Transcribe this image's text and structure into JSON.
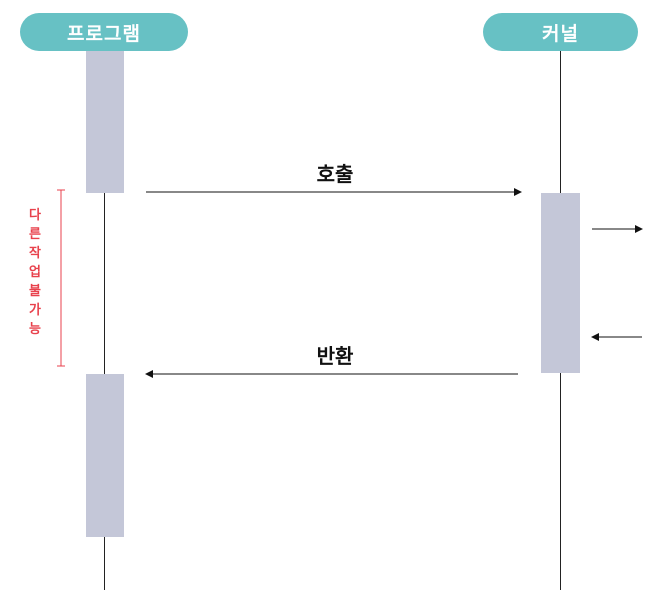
{
  "participants": {
    "program": "프로그램",
    "kernel": "커널"
  },
  "messages": {
    "call": "호출",
    "return": "반환"
  },
  "blocked_label": "다른작업불가능",
  "colors": {
    "header_fill": "#67c1c4",
    "activation_fill": "#c4c7d8",
    "blocked_accent": "#e8414c",
    "line": "#222222"
  }
}
